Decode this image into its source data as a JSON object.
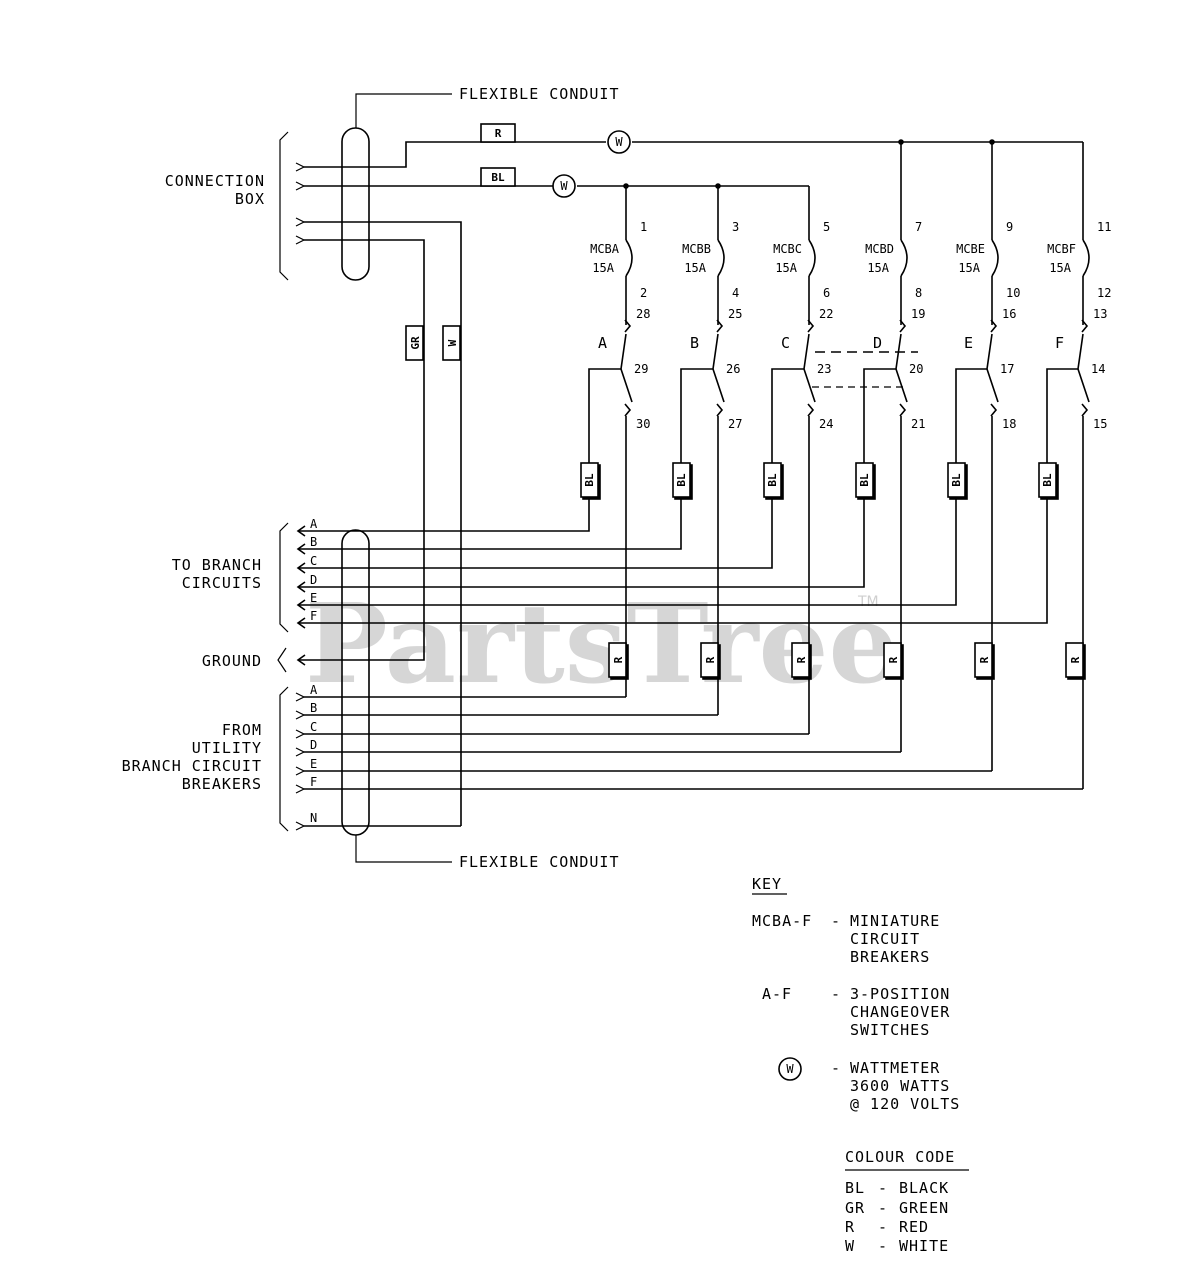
{
  "conduit": {
    "top_label": "FLEXIBLE CONDUIT",
    "bottom_label": "FLEXIBLE CONDUIT"
  },
  "connection_box": {
    "line1": "CONNECTION",
    "line2": "BOX"
  },
  "side_labels": {
    "branch_line1": "TO BRANCH",
    "branch_line2": "CIRCUITS",
    "ground": "GROUND",
    "utility_line1": "FROM",
    "utility_line2": "UTILITY",
    "utility_line3": "BRANCH CIRCUIT",
    "utility_line4": "BREAKERS"
  },
  "branch_letters": [
    "A",
    "B",
    "C",
    "D",
    "E",
    "F"
  ],
  "utility_letters": [
    "A",
    "B",
    "C",
    "D",
    "E",
    "F"
  ],
  "neutral_letter": "N",
  "wire_tags": {
    "red": "R",
    "black": "BL",
    "green": "GR",
    "white": "W"
  },
  "wattmeter_symbol": "W",
  "breakers": [
    {
      "name": "MCBA",
      "rating": "15A",
      "top": "1",
      "bottom": "2"
    },
    {
      "name": "MCBB",
      "rating": "15A",
      "top": "3",
      "bottom": "4"
    },
    {
      "name": "MCBC",
      "rating": "15A",
      "top": "5",
      "bottom": "6"
    },
    {
      "name": "MCBD",
      "rating": "15A",
      "top": "7",
      "bottom": "8"
    },
    {
      "name": "MCBE",
      "rating": "15A",
      "top": "9",
      "bottom": "10"
    },
    {
      "name": "MCBF",
      "rating": "15A",
      "top": "11",
      "bottom": "12"
    }
  ],
  "switches": [
    {
      "name": "A",
      "t1": "28",
      "t2": "29",
      "t3": "30"
    },
    {
      "name": "B",
      "t1": "25",
      "t2": "26",
      "t3": "27"
    },
    {
      "name": "C",
      "t1": "22",
      "t2": "23",
      "t3": "24"
    },
    {
      "name": "D",
      "t1": "19",
      "t2": "20",
      "t3": "21"
    },
    {
      "name": "E",
      "t1": "16",
      "t2": "17",
      "t3": "18"
    },
    {
      "name": "F",
      "t1": "13",
      "t2": "14",
      "t3": "15"
    }
  ],
  "key": {
    "title": "KEY",
    "mcb_code": "MCBA-F",
    "mcb_line1": "MINIATURE",
    "mcb_line2": "CIRCUIT",
    "mcb_line3": "BREAKERS",
    "sw_code": "A-F",
    "sw_line1": "3-POSITION",
    "sw_line2": "CHANGEOVER",
    "sw_line3": "SWITCHES",
    "watt_symbol": "W",
    "watt_line1": "WATTMETER",
    "watt_line2": "3600 WATTS",
    "watt_line3": "@ 120 VOLTS",
    "dash": "-"
  },
  "colour_code": {
    "title": "COLOUR CODE",
    "entries": [
      {
        "code": "BL",
        "name": "BLACK"
      },
      {
        "code": "GR",
        "name": "GREEN"
      },
      {
        "code": "R",
        "name": "RED"
      },
      {
        "code": "W",
        "name": "WHITE"
      }
    ]
  },
  "watermark": {
    "text": "PartsTree",
    "tm": "TM"
  }
}
